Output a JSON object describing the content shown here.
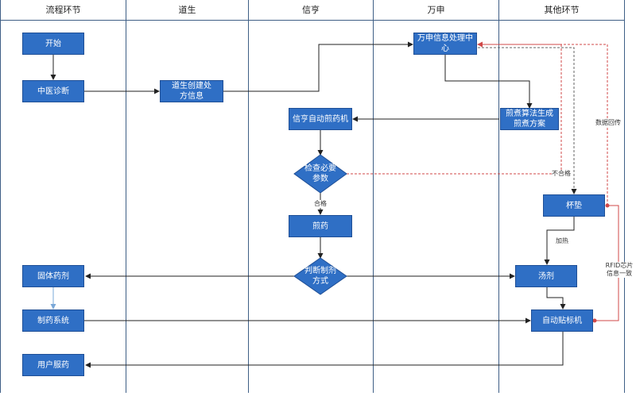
{
  "lanes": [
    "流程环节",
    "道生",
    "信亨",
    "万申",
    "其他环节"
  ],
  "nodes": {
    "start": "开始",
    "tcm_diagnosis": "中医诊断",
    "create_prescription": "道生创建处方信息",
    "wanshen_center": "万申信息处理中心",
    "decoct_algorithm": "煎煮算法生成煎煮方案",
    "auto_decoction_machine": "信亨自动煎药机",
    "check_params": "检查必要参数",
    "decoct": "煎药",
    "judge_form": "判断制剂方式",
    "cup_pad": "杯垫",
    "solid_dosage": "固体药剂",
    "decoction_liquid": "汤剂",
    "pharma_system": "制药系统",
    "auto_labeler": "自动贴标机",
    "user_takes": "用户服药"
  },
  "edge_labels": {
    "pass": "合格",
    "fail": "不合格",
    "data_return": "数据回传",
    "add_medicine": "加热",
    "rfid_match": "RFID芯片信息一致"
  },
  "colors": {
    "node_fill": "#2f6fc5",
    "node_border": "#1f4f96",
    "line": "#222222",
    "dashed": "#d04848",
    "lane_border": "#3f5f86"
  }
}
